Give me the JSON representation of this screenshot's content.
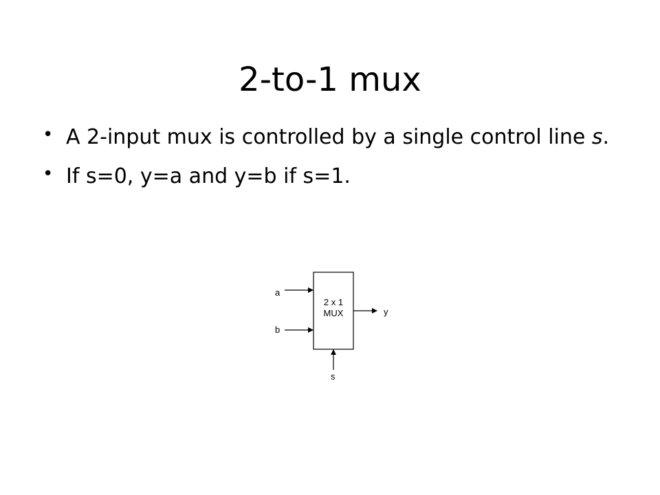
{
  "slide": {
    "title": "2-to-1 mux",
    "bullets": [
      {
        "parts": [
          "A 2-input mux is controlled by a single control line ",
          "s",
          "."
        ]
      },
      {
        "text": "If s=0, y=a and y=b if s=1."
      }
    ]
  },
  "diagram": {
    "block_line1": "2 x 1",
    "block_line2": "MUX",
    "input_a": "a",
    "input_b": "b",
    "output_y": "y",
    "select_s": "s"
  }
}
